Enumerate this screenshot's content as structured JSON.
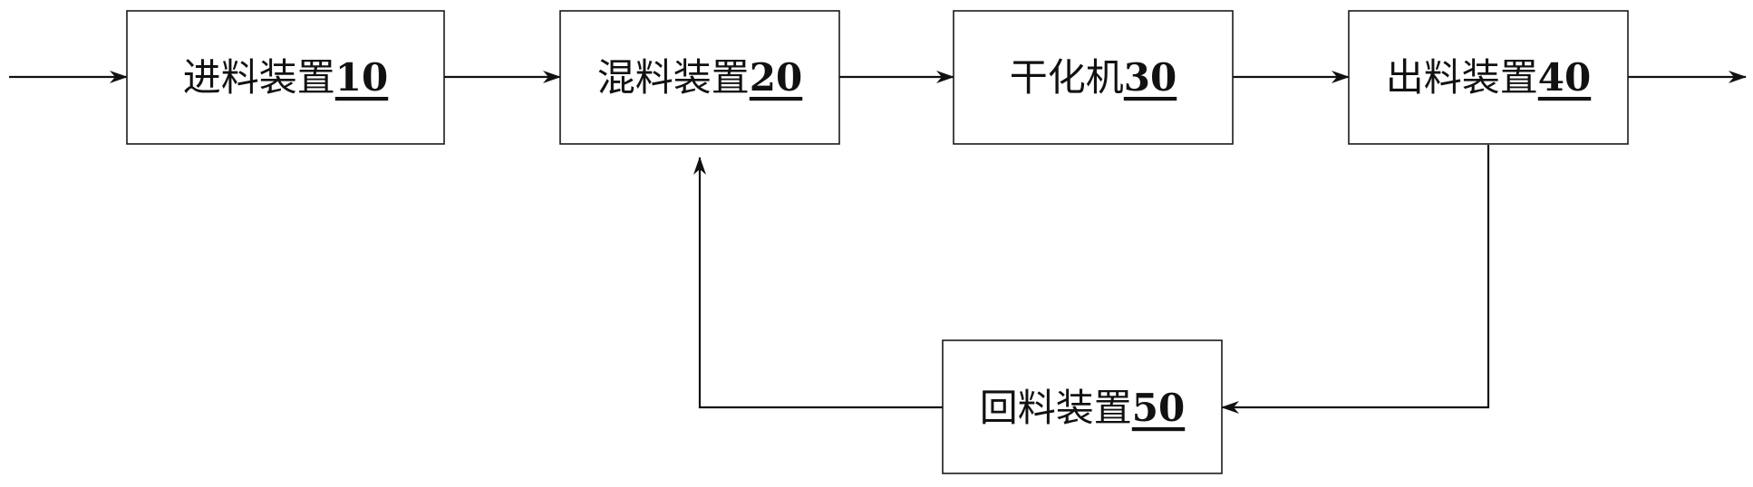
{
  "colors": {
    "line": "#111111",
    "box_border": "#1a1a1a",
    "background": "#ffffff"
  },
  "nodes": {
    "feed": {
      "name": "进料装置",
      "num": "10"
    },
    "mix": {
      "name": "混料装置",
      "num": "20"
    },
    "dryer": {
      "name": "干化机",
      "num": "30"
    },
    "discharge": {
      "name": "出料装置",
      "num": "40"
    },
    "return": {
      "name": "回料装置",
      "num": "50"
    }
  }
}
